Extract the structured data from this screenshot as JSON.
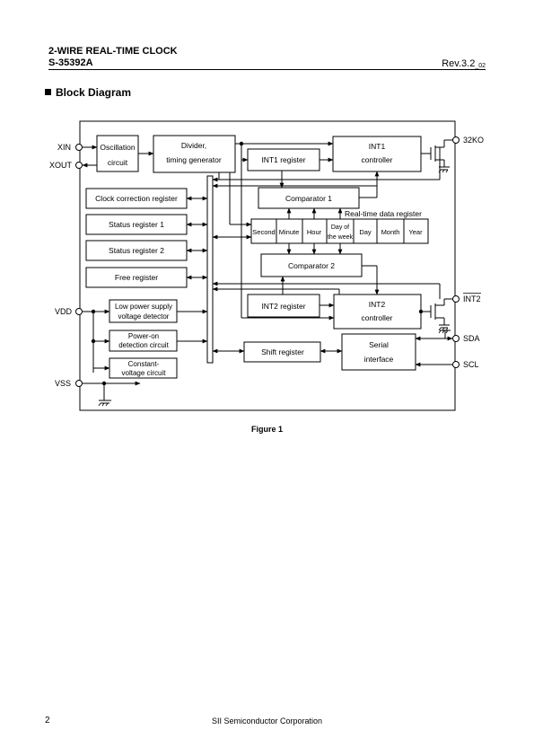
{
  "header": {
    "title": "2-WIRE REAL-TIME CLOCK",
    "part": "S-35392A",
    "rev_main": "Rev.3.2",
    "rev_sub": "_02"
  },
  "section": {
    "title": "Block Diagram"
  },
  "diagram": {
    "pins": {
      "xin": "XIN",
      "xout": "XOUT",
      "vdd": "VDD",
      "vss": "VSS",
      "out32": "32KO",
      "int2": "INT2",
      "sda": "SDA",
      "scl": "SCL"
    },
    "blocks": {
      "osc1": "Oscillation",
      "osc2": "circuit",
      "div1": "Divider,",
      "div2": "timing generator",
      "int1reg": "INT1 register",
      "int1c1": "INT1",
      "int1c2": "controller",
      "clkcorr": "Clock correction register",
      "status1": "Status register 1",
      "status2": "Status register 2",
      "free": "Free register",
      "lp1": "Low power supply",
      "lp2": "voltage detector",
      "po1": "Power-on",
      "po2": "detection circuit",
      "cv1": "Constant-",
      "cv2": "voltage circuit",
      "comp1": "Comparator 1",
      "comp2": "Comparator 2",
      "rtlabel": "Real-time data register",
      "rt_second": "Second",
      "rt_minute": "Minute",
      "rt_hour": "Hour",
      "rt_dow1": "Day of",
      "rt_dow2": "the week",
      "rt_day": "Day",
      "rt_month": "Month",
      "rt_year": "Year",
      "int2reg": "INT2 register",
      "int2c1": "INT2",
      "int2c2": "controller",
      "shift": "Shift register",
      "serial1": "Serial",
      "serial2": "interface"
    }
  },
  "figure_caption": "Figure 1",
  "footer": {
    "page": "2",
    "company": "SII Semiconductor Corporation"
  }
}
